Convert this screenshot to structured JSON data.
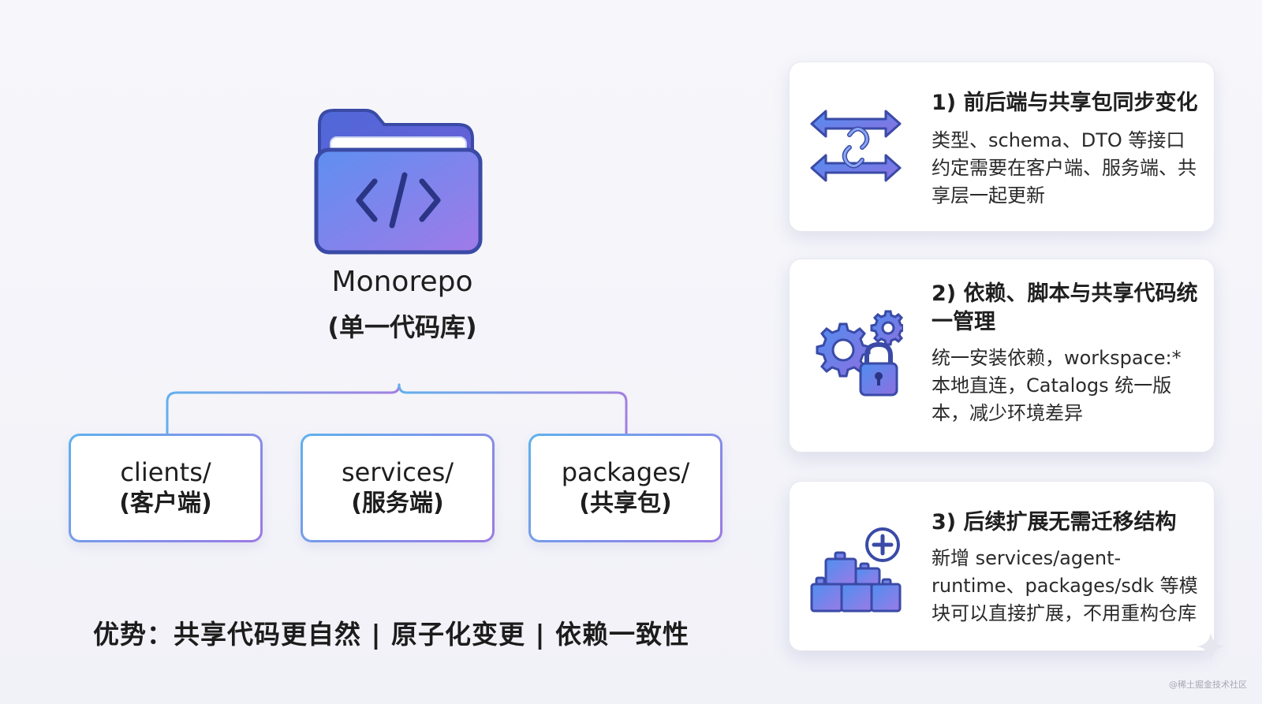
{
  "root": {
    "title": "Monorepo",
    "subtitle": "(单一代码库)"
  },
  "folders": [
    {
      "name": "clients/",
      "desc": "(客户端)"
    },
    {
      "name": "services/",
      "desc": "(服务端)"
    },
    {
      "name": "packages/",
      "desc": "(共享包)"
    }
  ],
  "advantages": "优势：共享代码更自然 | 原子化变更 | 依赖一致性",
  "cards": [
    {
      "title": "1) 前后端与共享包同步变化",
      "desc": "类型、schema、DTO 等接口约定需要在客户端、服务端、共享层一起更新",
      "icon": "sync-link-arrows-icon"
    },
    {
      "title": "2) 依赖、脚本与共享代码统一管理",
      "desc": "统一安装依赖，workspace:* 本地直连，Catalogs 统一版本，减少环境差异",
      "icon": "gears-lock-icon"
    },
    {
      "title": "3) 后续扩展无需迁移结构",
      "desc": "新增 services/agent-runtime、packages/sdk 等模块可以直接扩展，不用重构仓库",
      "icon": "blocks-plus-icon"
    }
  ],
  "watermark": "@稀土掘金技术社区",
  "colors": {
    "accent_blue": "#4f8ff0",
    "accent_purple": "#9b7ae4",
    "folder_dark": "#3d4fa8"
  }
}
